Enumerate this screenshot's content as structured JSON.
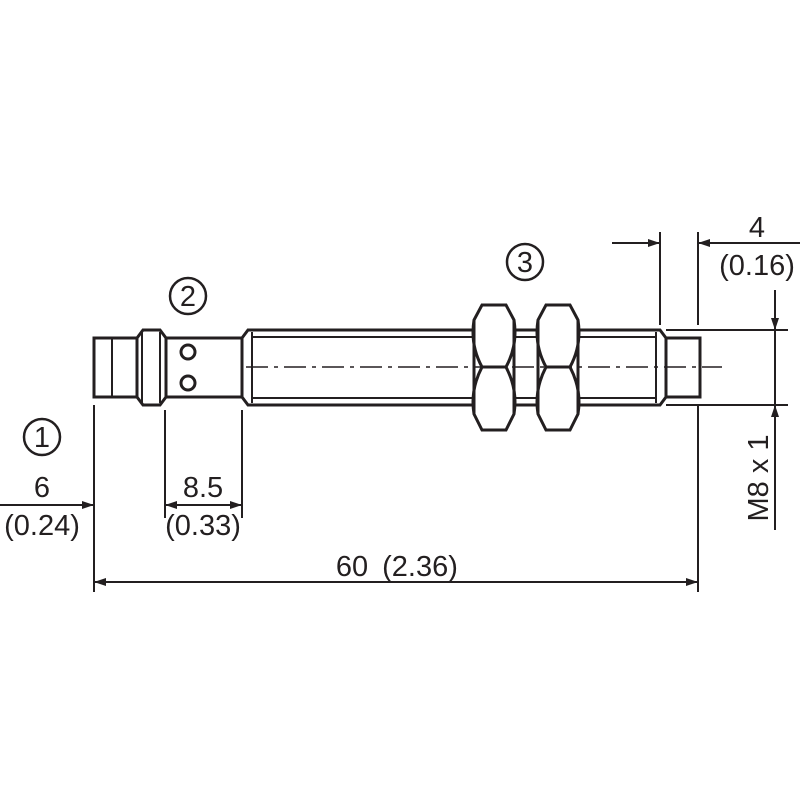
{
  "callouts": {
    "c1": "1",
    "c2": "2",
    "c3": "3"
  },
  "dimensions": {
    "d6": {
      "mm": "6",
      "inch": "(0.24)"
    },
    "d85": {
      "mm": "8.5",
      "inch": "(0.33)"
    },
    "d60": {
      "mm": "60",
      "inch": "(2.36)"
    },
    "d4": {
      "mm": "4",
      "inch": "(0.16)"
    },
    "thread": "M8 x 1"
  },
  "colors": {
    "line": "#231f20",
    "background": "#ffffff"
  }
}
